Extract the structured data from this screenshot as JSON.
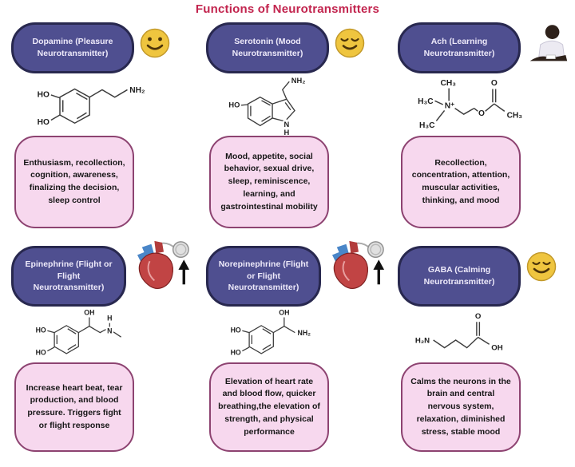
{
  "title": "Functions of Neurotransmitters",
  "colors": {
    "title_text": "#c2244e",
    "header_bg": "#4f4f90",
    "header_border": "#28284f",
    "box_bg": "#f7d8ee",
    "box_border": "#8d4371",
    "smiley_yellow": "#efc53f",
    "heart_red": "#c14444",
    "vessel_blue": "#4a86c8",
    "arrow_black": "#111111"
  },
  "panels": [
    {
      "id": "dopamine",
      "title": "Dopamine (Pleasure Neurotransmitter)",
      "icon": "happy-smiley-icon",
      "functions": "Enthusiasm, recollection, cognition, awareness, finalizing the decision, sleep control"
    },
    {
      "id": "serotonin",
      "title": "Serotonin (Mood Neurotransmitter)",
      "icon": "relaxed-smiley-icon",
      "functions": "Mood, appetite, social behavior, sexual drive, sleep, reminiscence, learning, and gastrointestinal mobility"
    },
    {
      "id": "ach",
      "title": "Ach (Learning Neurotransmitter)",
      "icon": "studying-person-icon",
      "functions": "Recollection, concentration, attention, muscular activities, thinking, and mood"
    },
    {
      "id": "epinephrine",
      "title": "Epinephrine (Flight or Flight Neurotransmitter)",
      "icon": "heart-up-arrow-icon",
      "functions": "Increase heart beat, tear production, and blood pressure. Triggers fight or flight response"
    },
    {
      "id": "norepinephrine",
      "title": "Norepinephrine (Flight or Flight Neurotransmitter)",
      "icon": "heart-up-arrow-icon",
      "functions": "Elevation of heart rate and blood flow, quicker breathing,the elevation of strength, and physical performance"
    },
    {
      "id": "gaba",
      "title": "GABA (Calming Neurotransmitter)",
      "icon": "calm-smiley-icon",
      "functions": "Calms the neurons in the brain and central nervous system, relaxation, diminished stress, stable mood"
    }
  ],
  "molecules": {
    "dopamine": {
      "ho_top": "HO",
      "ho_bottom": "HO",
      "amine": "NH₂"
    },
    "serotonin": {
      "ho": "HO",
      "ring_n": "N",
      "ring_h": "H",
      "amine": "NH₂"
    },
    "acetylcholine": {
      "ch3_top": "CH₃",
      "h3c_left": "H₃C",
      "h3c_bottom": "H₃C",
      "n_plus": "N⁺",
      "o_ester": "O",
      "o_carbonyl": "O",
      "ch3_right": "CH₃"
    },
    "epinephrine": {
      "ho_top": "HO",
      "ho_bottom": "HO",
      "oh": "OH",
      "n": "N",
      "n_h": "H"
    },
    "norepinephrine": {
      "ho_top": "HO",
      "ho_bottom": "HO",
      "oh": "OH",
      "amine": "NH₂"
    },
    "gaba": {
      "amine": "H₂N",
      "o_carbonyl": "O",
      "oh": "OH"
    }
  }
}
